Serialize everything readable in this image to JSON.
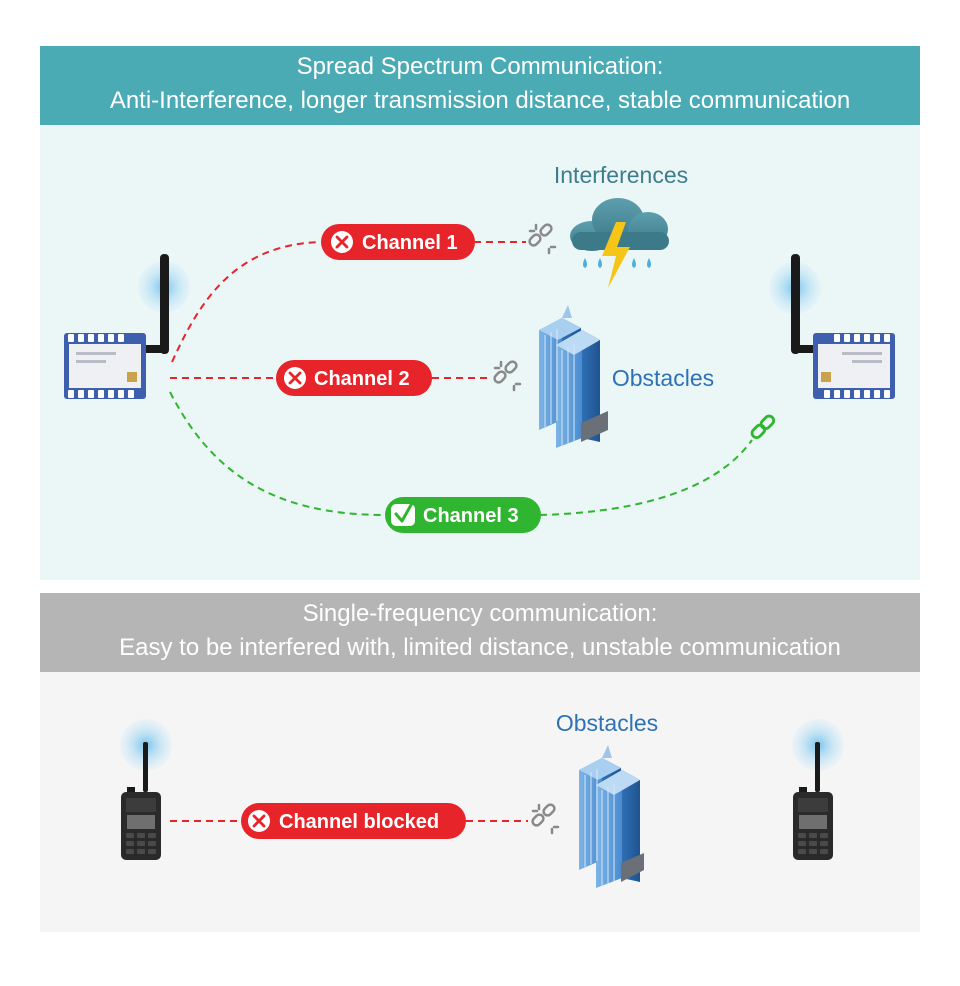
{
  "spread": {
    "title_line1": "Spread Spectrum Communication:",
    "title_line2": "Anti-Interference, longer transmission distance, stable communication",
    "interference_label": "Interferences",
    "obstacles_label": "Obstacles",
    "channel1": "Channel 1",
    "channel2": "Channel 2",
    "channel3": "Channel 3"
  },
  "single": {
    "title_line1": "Single-frequency communication:",
    "title_line2": "Easy to be interfered with, limited distance, unstable communication",
    "obstacles_label": "Obstacles",
    "blocked": "Channel blocked"
  },
  "colors": {
    "teal_header": "#4aabb5",
    "gray_header": "#b5b5b5",
    "fail_red": "#e8242b",
    "ok_green": "#2fb52f",
    "label_teal": "#3e7d8c",
    "label_blue": "#2e72b5"
  }
}
